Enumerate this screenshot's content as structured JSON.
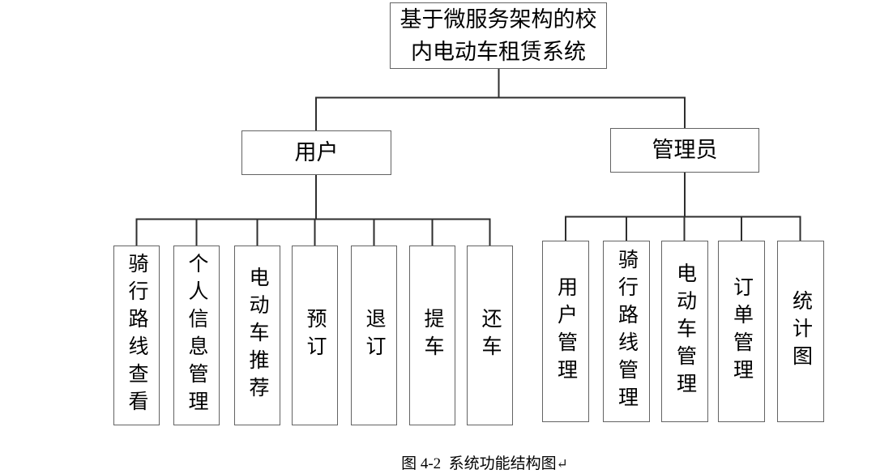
{
  "diagram": {
    "root": {
      "label": "基于微服务架构的校内电动车租赁系统"
    },
    "branches": [
      {
        "label": "用户",
        "children": [
          "骑行路线查看",
          "个人信息管理",
          "电动车推荐",
          "预订",
          "退订",
          "提车",
          "还车"
        ]
      },
      {
        "label": "管理员",
        "children": [
          "用户管理",
          "骑行路线管理",
          "电动车管理",
          "订单管理",
          "统计图"
        ]
      }
    ],
    "caption": "图 4-2  系统功能结构图",
    "caption_return_mark": "↵"
  },
  "colors": {
    "background": "#ffffff",
    "box_border": "#636363",
    "connector_line": "#2e2e2e",
    "text": "#000000"
  }
}
